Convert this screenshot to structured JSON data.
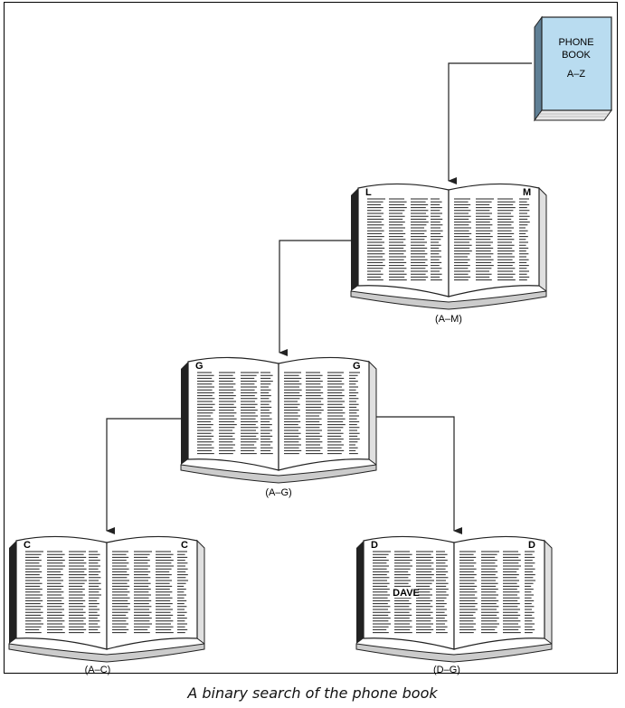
{
  "phone_book": {
    "line1": "PHONE",
    "line2": "BOOK",
    "line3": "A–Z"
  },
  "books": [
    {
      "id": "am",
      "left_letter": "L",
      "right_letter": "M",
      "label": "(A–M)"
    },
    {
      "id": "ag",
      "left_letter": "G",
      "right_letter": "G",
      "label": "(A–G)"
    },
    {
      "id": "ac",
      "left_letter": "C",
      "right_letter": "C",
      "label": "(A–C)"
    },
    {
      "id": "dg",
      "left_letter": "D",
      "right_letter": "D",
      "label": "(D–G)",
      "highlight": "DAVE"
    }
  ],
  "caption": "A binary search of the phone book",
  "colors": {
    "phone_book_face": "#b9dcf0",
    "phone_book_side": "#5f7f95",
    "line": "#222222",
    "page_shadow": "#cccccc"
  }
}
